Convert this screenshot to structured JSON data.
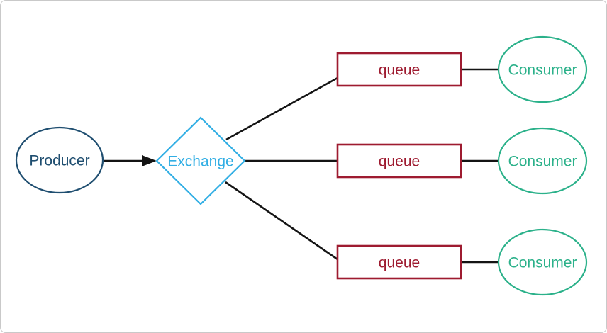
{
  "diagram": {
    "producer": {
      "label": "Producer",
      "shape": "ellipse"
    },
    "exchange": {
      "label": "Exchange",
      "shape": "diamond"
    },
    "queues": [
      {
        "label": "queue"
      },
      {
        "label": "queue"
      },
      {
        "label": "queue"
      }
    ],
    "consumers": [
      {
        "label": "Consumer"
      },
      {
        "label": "Consumer"
      },
      {
        "label": "Consumer"
      }
    ],
    "colors": {
      "producer": "#1f4e70",
      "exchange": "#31aee4",
      "queue": "#9e1b30",
      "consumer": "#2bb18a",
      "edge": "#141414",
      "background": "#ffffff"
    }
  }
}
